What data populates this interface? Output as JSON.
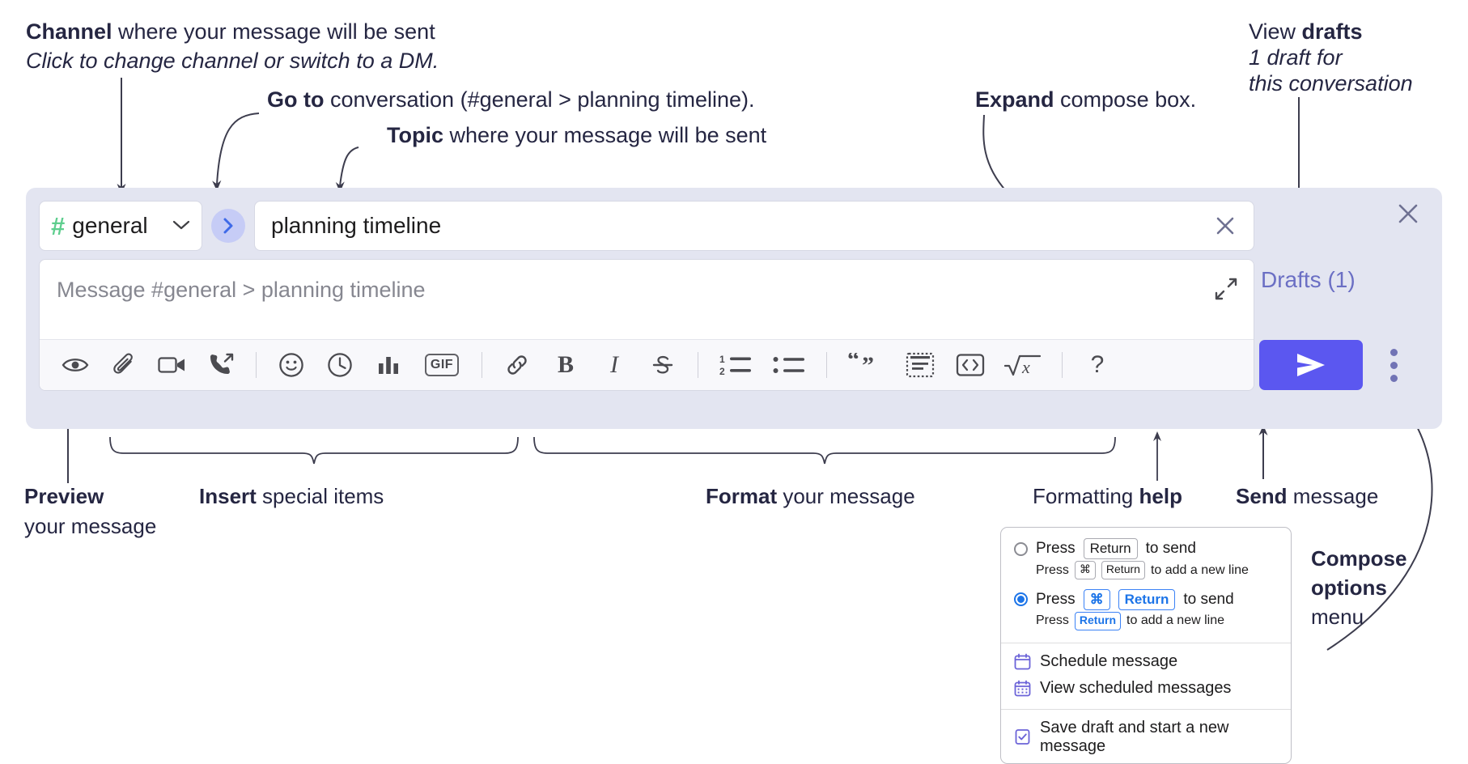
{
  "annotations": {
    "channel": {
      "bold": "Channel",
      "rest": " where your message will be sent",
      "italic": "Click to change channel or switch to a DM."
    },
    "goto": {
      "bold": "Go to",
      "rest": " conversation (#general > planning timeline)."
    },
    "topic": {
      "bold": "Topic",
      "rest": " where your message will be sent"
    },
    "expand": {
      "bold": "Expand",
      "rest": " compose box."
    },
    "drafts": {
      "line1_plain": "View ",
      "line1_bold": "drafts",
      "line2": "1 draft for",
      "line3": "this conversation"
    },
    "preview": {
      "bold": "Preview",
      "line2": "your message"
    },
    "insert": {
      "bold": "Insert",
      "rest": " special items"
    },
    "format": {
      "bold": "Format",
      "rest": " your message"
    },
    "help": {
      "plain": "Formatting ",
      "bold": "help"
    },
    "send": {
      "bold": "Send",
      "rest": " message"
    },
    "compose_options": {
      "bold1": "Compose",
      "bold2": "options",
      "plain": "menu"
    }
  },
  "compose": {
    "channel_name": "general",
    "hash_symbol": "#",
    "topic_value": "planning timeline",
    "message_placeholder": "Message #general > planning timeline",
    "drafts_label": "Drafts (1)",
    "gif_label": "GIF",
    "bold_label": "B",
    "italic_label": "I",
    "help_label": "?",
    "toolbar_icons": [
      "eye-icon",
      "paperclip-icon",
      "video-camera-icon",
      "phone-forward-icon",
      "emoji-icon",
      "clock-icon",
      "poll-bar-chart-icon",
      "gif-icon",
      "link-icon",
      "bold-icon",
      "italic-icon",
      "strikethrough-icon",
      "ordered-list-icon",
      "bulleted-list-icon",
      "blockquote-icon",
      "code-block-icon",
      "code-inline-icon",
      "math-icon",
      "help-icon"
    ]
  },
  "compose_menu": {
    "option1": {
      "press": "Press",
      "key": "Return",
      "tail": "to send"
    },
    "option1_sub": {
      "press": "Press",
      "key1": "⌘",
      "key2": "Return",
      "tail": "to add a new line"
    },
    "option2": {
      "press": "Press",
      "key1": "⌘",
      "key2": "Return",
      "tail": "to send"
    },
    "option2_sub": {
      "press": "Press",
      "key": "Return",
      "tail": "to add a new line"
    },
    "items": [
      {
        "label": "Schedule message",
        "icon": "calendar-icon"
      },
      {
        "label": "View scheduled messages",
        "icon": "calendar-grid-icon"
      },
      {
        "label": "Save draft and start a new message",
        "icon": "document-check-icon"
      }
    ]
  },
  "colors": {
    "send_button": "#5b57f0",
    "hash_green": "#5ece8e",
    "goto_blue": "#3f6ae8",
    "panel_background": "#e3e5f1",
    "drafts_text": "#6b6fc4",
    "radio_selected": "#1c74e8"
  }
}
